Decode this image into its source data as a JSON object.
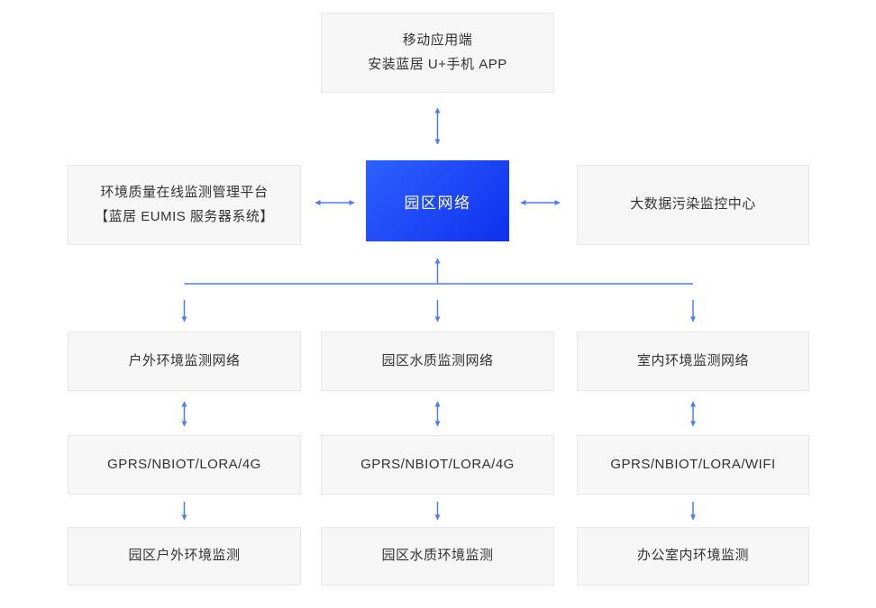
{
  "mobile_app": {
    "line1": "移动应用端",
    "line2": "安装蓝居 U+手机 APP"
  },
  "platform": {
    "line1": "环境质量在线监测管理平台",
    "line2": "【蓝居 EUMIS 服务器系统】"
  },
  "park_network": {
    "label": "园区网络"
  },
  "monitor_center": {
    "label": "大数据污染监控中心"
  },
  "columns": [
    {
      "network": "户外环境监测网络",
      "protocol": "GPRS/NBIOT/LORA/4G",
      "monitor": "园区户外环境监测"
    },
    {
      "network": "园区水质监测网络",
      "protocol": "GPRS/NBIOT/LORA/4G",
      "monitor": "园区水质环境监测"
    },
    {
      "network": "室内环境监测网络",
      "protocol": "GPRS/NBIOT/LORA/WIFI",
      "monitor": "办公室内环境监测"
    }
  ],
  "colors": {
    "accent_blue_start": "#2e61ff",
    "accent_blue_end": "#1030ee",
    "arrow_blue": "#4a7df3",
    "box_bg": "#f6f6f6",
    "box_border": "#e7e7e7",
    "text": "#333333"
  }
}
